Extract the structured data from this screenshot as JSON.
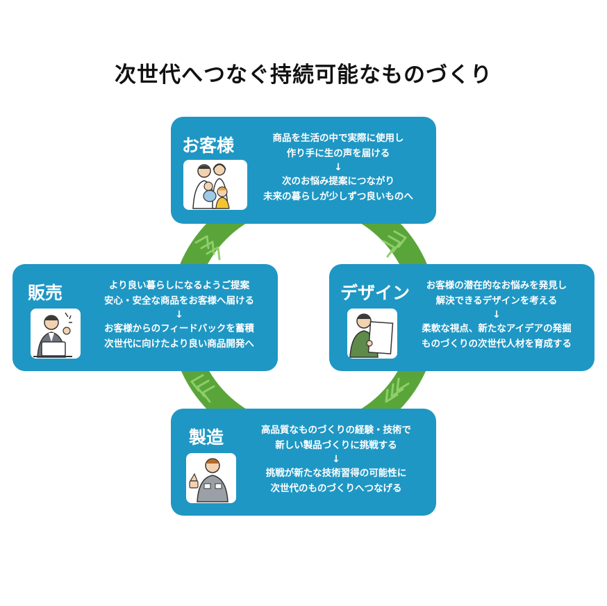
{
  "title": "次世代へつなぐ持続可能なものづくり",
  "colors": {
    "card": "#1f97c4",
    "ring": "#5aa53a",
    "chevron": "#8fcf6a"
  },
  "cards": {
    "customer": {
      "label": "お客様",
      "line1": "商品を生活の中で実際に使用し",
      "line2": "作り手に生の声を届ける",
      "arrow": "↓",
      "line3": "次のお悩み提案につながり",
      "line4": "未来の暮らしが少しずつ良いものへ"
    },
    "design": {
      "label": "デザイン",
      "line1": "お客様の潜在的なお悩みを発見し",
      "line2": "解決できるデザインを考える",
      "arrow": "↓",
      "line3": "柔軟な視点、新たなアイデアの発掘",
      "line4": "ものづくりの次世代人材を育成する"
    },
    "manufacturing": {
      "label": "製造",
      "line1": "高品質なものづくりの経験・技術で",
      "line2": "新しい製品づくりに挑戦する",
      "arrow": "↓",
      "line3": "挑戦が新たな技術習得の可能性に",
      "line4": "次世代のものづくりへつなげる"
    },
    "sales": {
      "label": "販売",
      "line1": "より良い暮らしになるようご提案",
      "line2": "安心・安全な商品をお客様へ届ける",
      "arrow": "↓",
      "line3": "お客様からのフィードバックを蓄積",
      "line4": "次世代に向けたより良い商品開発へ"
    }
  },
  "icons": {
    "customer": "family-illustration",
    "design": "designer-with-paper-illustration",
    "manufacturing": "factory-worker-illustration",
    "sales": "salesperson-with-laptop-illustration"
  }
}
